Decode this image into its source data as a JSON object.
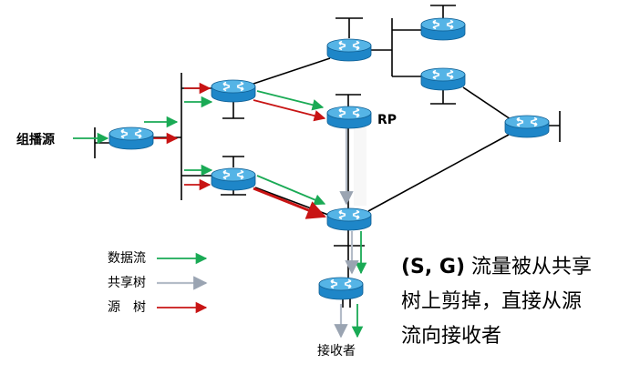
{
  "labels": {
    "source": "组播源",
    "rp": "RP",
    "receiver": "接收者"
  },
  "legend": {
    "data_flow": "数据流",
    "shared_tree": "共享树",
    "source_tree": "源　树"
  },
  "caption": {
    "line1_bold": "(S, G)",
    "line1_rest": " 流量被从共享",
    "line2": "树上剪掉，直接从源",
    "line3": "流向接收者"
  },
  "colors": {
    "data_flow": "#1aaa55",
    "shared_tree": "#b4bcc8",
    "source_tree": "#c81414",
    "router_body": "#1e86c8",
    "router_top": "#55b4e6",
    "link": "#000000"
  },
  "routers": [
    {
      "id": "src-router"
    },
    {
      "id": "upper-left-router"
    },
    {
      "id": "lower-left-router"
    },
    {
      "id": "rp-router"
    },
    {
      "id": "top-router"
    },
    {
      "id": "top-right-router-1"
    },
    {
      "id": "top-right-router-2"
    },
    {
      "id": "right-router"
    },
    {
      "id": "mid-router"
    },
    {
      "id": "recv-router"
    }
  ]
}
